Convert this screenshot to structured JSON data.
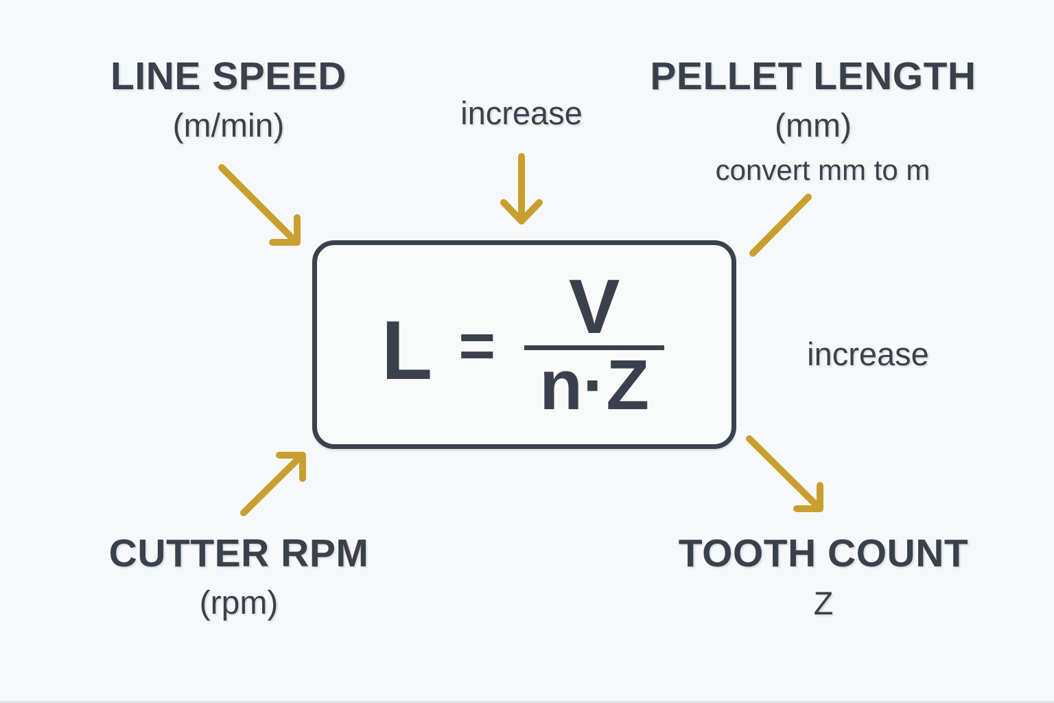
{
  "colors": {
    "background": "#f7f8f9",
    "text": "#3a414d",
    "box_border": "#3b424e",
    "arrow_gold": "#c9a02f"
  },
  "nodes": {
    "line_speed": {
      "title": "LINE SPEED",
      "subtitle": "(m/min)"
    },
    "pellet_length": {
      "title": "PELLET LENGTH",
      "subtitle": "(mm)",
      "note": "convert mm to m"
    },
    "cutter_rpm": {
      "title": "CUTTER RPM",
      "subtitle": "(rpm)"
    },
    "tooth_count": {
      "title": "TOOTH COUNT",
      "subtitle": "Z"
    }
  },
  "annotations": {
    "increase_top": "increase",
    "increase_right": "increase"
  },
  "formula": {
    "lhs": "L",
    "equals": "=",
    "numerator": "V",
    "denominator": "n·Z"
  },
  "arrows": [
    {
      "name": "arrow-line-speed-to-formula",
      "style": "arrow"
    },
    {
      "name": "arrow-increase-down",
      "style": "arrow"
    },
    {
      "name": "line-pellet-length-to-formula",
      "style": "plain-line"
    },
    {
      "name": "arrow-cutter-rpm-to-formula",
      "style": "arrow"
    },
    {
      "name": "arrow-formula-to-tooth-count",
      "style": "arrow"
    }
  ]
}
